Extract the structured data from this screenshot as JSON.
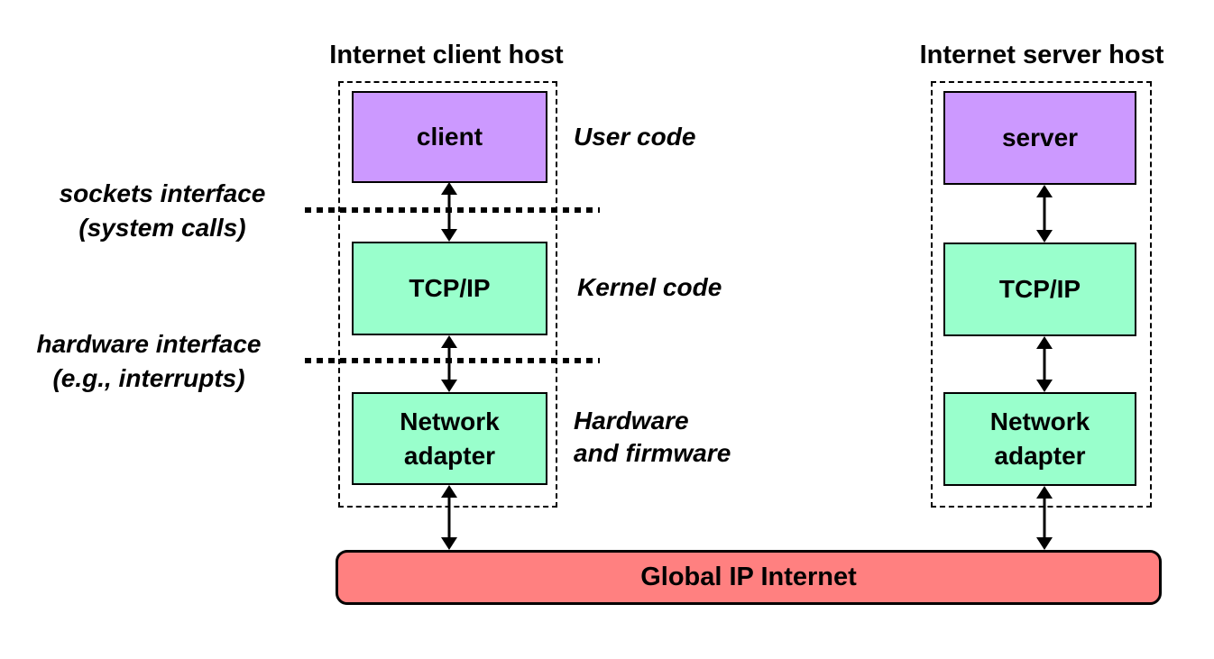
{
  "colors": {
    "user_code_box": "#CC99FF",
    "kernel_and_hardware_box": "#99FFCC",
    "internet_bar": "#FF8080",
    "outline": "#000000",
    "background": "#FFFFFF"
  },
  "client_host": {
    "title": "Internet client host",
    "client_label": "client",
    "tcpip_label": "TCP/IP",
    "adapter_label": "Network\nadapter"
  },
  "server_host": {
    "title": "Internet server host",
    "server_label": "server",
    "tcpip_label": "TCP/IP",
    "adapter_label": "Network\nadapter"
  },
  "interfaces": {
    "sockets": "sockets interface\n(system calls)",
    "hardware": "hardware interface\n(e.g., interrupts)"
  },
  "layers": {
    "user": "User code",
    "kernel": "Kernel code",
    "hardware_firmware": "Hardware\nand firmware"
  },
  "internet": {
    "label": "Global IP Internet"
  }
}
